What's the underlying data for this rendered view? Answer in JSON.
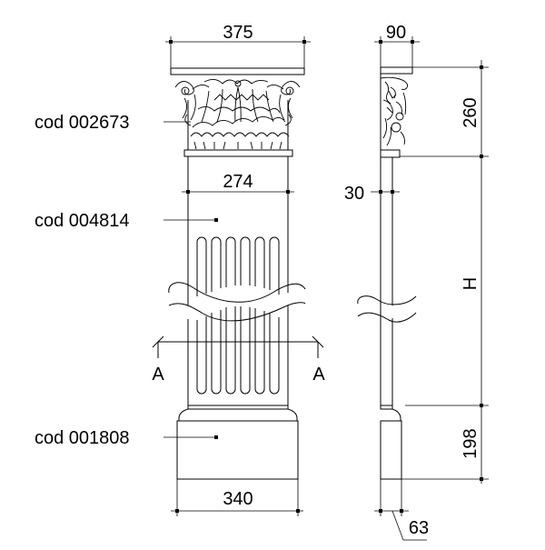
{
  "dimensions": {
    "capital_width": "375",
    "side_depth_top": "90",
    "shaft_width": "274",
    "fillet_thickness": "30",
    "capital_height": "260",
    "shaft_height": "H",
    "base_height": "198",
    "base_width": "340",
    "side_depth_base": "63"
  },
  "codes": {
    "capital": "cod 002673",
    "shaft": "cod 004814",
    "base": "cod 001808"
  },
  "section": {
    "left": "A",
    "right": "A"
  }
}
